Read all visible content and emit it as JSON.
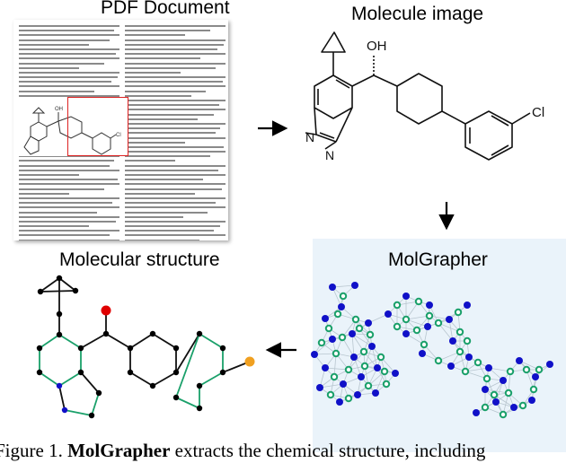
{
  "labels": {
    "pdf_document": "PDF Document",
    "molecule_image": "Molecule image",
    "molecular_structure": "Molecular structure",
    "molgrapher": "MolGrapher"
  },
  "molecule": {
    "oh_label": "OH",
    "cl_label": "Cl",
    "n1_label": "N",
    "n2_label": "N"
  },
  "caption": {
    "prefix": "Figure 1.",
    "bold": "MolGrapher",
    "rest": "extracts the chemical structure, including"
  },
  "colors": {
    "panel_bg": "#eaf3fa",
    "highlight_box": "#d22222",
    "atom_node": "#1010c8",
    "bond_node": "#1aa06a",
    "oxygen": "#e00000",
    "chlorine": "#f0a020",
    "aromatic_bond": "#1aa06a"
  }
}
